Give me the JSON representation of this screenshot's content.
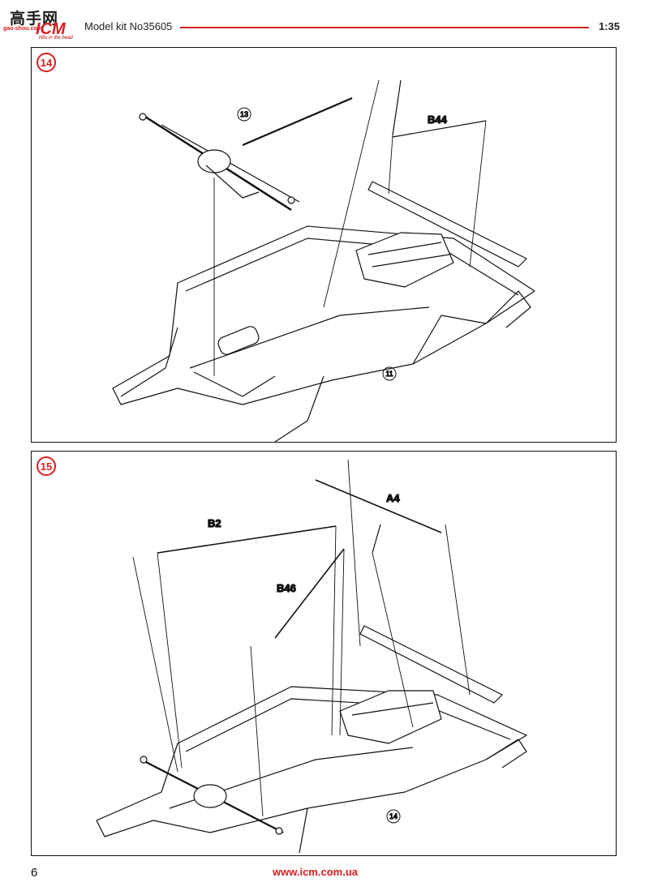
{
  "header": {
    "logo_cn": "高手网",
    "logo_brand": "ICM",
    "logo_url": "gao-shou.com",
    "logo_tagline": "Hits in the head",
    "title": "Model kit No35605",
    "scale": "1:35"
  },
  "steps": [
    {
      "number": "14",
      "parts": [
        "B44"
      ],
      "refs": [
        "13",
        "11"
      ]
    },
    {
      "number": "15",
      "parts": [
        "A4",
        "B2",
        "B46"
      ],
      "refs": [
        "14"
      ]
    }
  ],
  "footer": {
    "page_number": "6",
    "url": "www.icm.com.ua"
  },
  "colors": {
    "accent": "#d81e1e",
    "line": "#111111",
    "fill": "#ffffff"
  }
}
